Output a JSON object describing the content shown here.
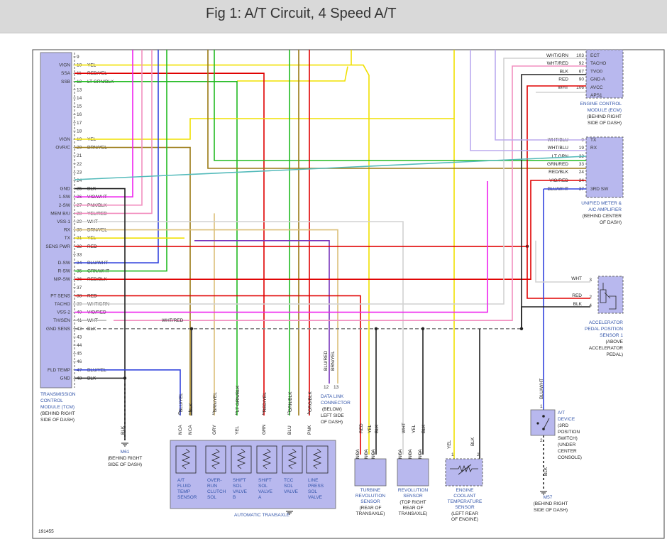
{
  "title": "Fig 1: A/T Circuit, 4 Speed A/T",
  "figure_id": "191455",
  "colors": {
    "yellow": "#f0e000",
    "red": "#e00000",
    "green": "#22bb22",
    "blue": "#3344dd",
    "magenta": "#ee22ee",
    "pink": "#f28fc0",
    "olive": "#9a7a14",
    "brown": "#b79a55",
    "gray": "#bbbbbb",
    "lightgray": "#d2d2d2",
    "purple": "#7733bb",
    "lavender": "#bbaaee",
    "teal": "#55bbbb",
    "tan": "#dcc07a",
    "module": "#b8b8ee"
  },
  "tcm": {
    "label": [
      "TRANSMISSION",
      "CONTROL",
      "MODULE (TCM)"
    ],
    "note": [
      "(BEHIND RIGHT",
      "SIDE OF DASH)"
    ],
    "pins": [
      {
        "n": "9",
        "name": "",
        "color": ""
      },
      {
        "n": "10",
        "name": "VIGN",
        "color": "YEL"
      },
      {
        "n": "11",
        "name": "SSA",
        "color": "RED/YEL"
      },
      {
        "n": "12",
        "name": "SSB",
        "color": "LT GRN/BLK"
      },
      {
        "n": "13",
        "name": "",
        "color": ""
      },
      {
        "n": "14",
        "name": "",
        "color": ""
      },
      {
        "n": "15",
        "name": "",
        "color": ""
      },
      {
        "n": "16",
        "name": "",
        "color": ""
      },
      {
        "n": "17",
        "name": "",
        "color": ""
      },
      {
        "n": "18",
        "name": "",
        "color": ""
      },
      {
        "n": "19",
        "name": "VIGN",
        "color": "YEL"
      },
      {
        "n": "20",
        "name": "OVR/C",
        "color": "BRN/YEL"
      },
      {
        "n": "21",
        "name": "",
        "color": ""
      },
      {
        "n": "22",
        "name": "",
        "color": ""
      },
      {
        "n": "23",
        "name": "",
        "color": ""
      },
      {
        "n": "24",
        "name": "",
        "color": ""
      },
      {
        "n": "25",
        "name": "GND",
        "color": "BLK"
      },
      {
        "n": "26",
        "name": "1-SW",
        "color": "VIO/WHT"
      },
      {
        "n": "27",
        "name": "2-SW",
        "color": "PNK/BLK"
      },
      {
        "n": "28",
        "name": "MEM B/U",
        "color": "YEL/RED"
      },
      {
        "n": "29",
        "name": "VSS-1",
        "color": "WHT"
      },
      {
        "n": "30",
        "name": "RX",
        "color": "BRN/YEL"
      },
      {
        "n": "31",
        "name": "TX",
        "color": "YEL"
      },
      {
        "n": "32",
        "name": "SENS PWR",
        "color": "RED"
      },
      {
        "n": "33",
        "name": "",
        "color": ""
      },
      {
        "n": "34",
        "name": "D-SW",
        "color": "BLU/WHT"
      },
      {
        "n": "35",
        "name": "R-SW",
        "color": "GRN/WHT"
      },
      {
        "n": "36",
        "name": "N/P-SW",
        "color": "RED/BLK"
      },
      {
        "n": "37",
        "name": "",
        "color": ""
      },
      {
        "n": "38",
        "name": "PT SENS",
        "color": "RED"
      },
      {
        "n": "39",
        "name": "TACHO",
        "color": "WHT/GRN"
      },
      {
        "n": "40",
        "name": "VSS-2",
        "color": "VIO/RED"
      },
      {
        "n": "41",
        "name": "TH/SEN",
        "color": "WHT"
      },
      {
        "n": "42",
        "name": "GND SENS",
        "color": "BLK"
      },
      {
        "n": "43",
        "name": "",
        "color": ""
      },
      {
        "n": "44",
        "name": "",
        "color": ""
      },
      {
        "n": "45",
        "name": "",
        "color": ""
      },
      {
        "n": "46",
        "name": "",
        "color": ""
      },
      {
        "n": "47",
        "name": "FLD TEMP",
        "color": "BLU/YEL"
      },
      {
        "n": "48",
        "name": "GND",
        "color": "BLK"
      }
    ]
  },
  "ecm": {
    "label": [
      "ENGINE CONTROL",
      "MODULE (ECM)"
    ],
    "note": [
      "(BEHIND RIGHT",
      "SIDE OF DASH)"
    ],
    "pins": [
      {
        "n": "103",
        "name": "ECT",
        "color": "WHT/GRN"
      },
      {
        "n": "92",
        "name": "TACHO",
        "color": "WHT/RED"
      },
      {
        "n": "67",
        "name": "TVO0",
        "color": "BLK"
      },
      {
        "n": "90",
        "name": "GND-A",
        "color": "RED"
      },
      {
        "n": "106",
        "name": "AVCC",
        "color": "WHT"
      },
      {
        "n": "",
        "name": "APS1",
        "color": ""
      }
    ]
  },
  "meter": {
    "label": [
      "UNIFIED METER &",
      "A/C AMPLIFIER"
    ],
    "note": [
      "(BEHIND CENTER",
      "OF DASH)"
    ],
    "pins": [
      {
        "n": "9",
        "name": "TX",
        "color": "WHT/BLU"
      },
      {
        "n": "19",
        "name": "RX",
        "color": "WHT/BLU"
      },
      {
        "n": "32",
        "name": "",
        "color": "LT GRN"
      },
      {
        "n": "33",
        "name": "",
        "color": "GRN/RED"
      },
      {
        "n": "24",
        "name": "",
        "color": "RED/BLK"
      },
      {
        "n": "34",
        "name": "",
        "color": "VIO/RED"
      },
      {
        "n": "37",
        "name": "3RD SW",
        "color": "BLU/WHT"
      }
    ]
  },
  "aps": {
    "label": [
      "ACCELERATOR",
      "PEDAL POSITION",
      "SENSOR 1"
    ],
    "note": [
      "(ABOVE",
      "ACCELERATOR",
      "PEDAL)"
    ],
    "pins": [
      {
        "n": "3",
        "color": "WHT"
      },
      {
        "n": "2",
        "color": "RED"
      },
      {
        "n": "4",
        "color": "BLK"
      }
    ]
  },
  "wire_text": {
    "wht_red": "WHT/RED",
    "blk": "BLK",
    "blu_wht": "BLU/WHT",
    "blk2": "BLK",
    "yel": "YEL",
    "blk3": "BLK",
    "blk4": "BLK"
  },
  "dlc": {
    "label": [
      "DATA LINK",
      "CONNECTOR"
    ],
    "note": [
      "(BELOW)",
      "LEFT SIDE",
      "OF DASH)"
    ],
    "pins": [
      "12",
      "13"
    ],
    "colors": [
      "BLU/RED",
      "BRN/YEL"
    ]
  },
  "transaxle": {
    "label": "AUTOMATIC TRANSAXLE",
    "pin_numbers": [
      "6",
      "7",
      "3",
      "1",
      "2",
      "5",
      "4"
    ],
    "harness_colors": [
      "BLU/YEL",
      "BLK",
      "BRN/YEL",
      "LT GRN/BLK",
      "RED/YEL",
      "GRN/BLK",
      "ORG/BLK"
    ],
    "wire_colors": [
      "NCA",
      "NCA",
      "GRY",
      "YEL",
      "GRN",
      "BLU",
      "PNK"
    ],
    "components": [
      [
        "A/T",
        "FLUID",
        "TEMP",
        "SENSOR"
      ],
      [
        "OVER-",
        "RUN",
        "CLUTCH",
        "SOL"
      ],
      [
        "SHIFT",
        "SOL",
        "VALVE",
        "B"
      ],
      [
        "SHIFT",
        "SOL",
        "VALVE",
        "A"
      ],
      [
        "TCC",
        "SOL",
        "VALVE"
      ],
      [
        "LINE",
        "PRESS",
        "SOL",
        "VALVE"
      ]
    ]
  },
  "turbine": {
    "label": [
      "TURBINE",
      "REVOLUTION",
      "SENSOR"
    ],
    "note": [
      "(REAR OF",
      "TRANSAXLE)"
    ],
    "pins": [
      "2",
      "1",
      "3"
    ],
    "wire_colors": [
      "NCA",
      "NCA",
      "NCA"
    ],
    "harness": [
      "RED",
      "YEL",
      "BLK"
    ]
  },
  "revsensor": {
    "label": [
      "REVOLUTION",
      "SENSOR"
    ],
    "note": [
      "(TOP RIGHT",
      "REAR OF",
      "TRANSAXLE)"
    ],
    "pins": [
      "2",
      "1",
      "3"
    ],
    "wire_colors": [
      "NCA",
      "NCA",
      "NCA"
    ],
    "harness": [
      "WHT",
      "YEL",
      "BLK"
    ]
  },
  "ect": {
    "label": [
      "ENGINE",
      "COOLANT",
      "TEMPERATURE",
      "SENSOR"
    ],
    "note": [
      "(LEFT REAR",
      "OF ENGINE)"
    ],
    "pins": [
      "1",
      "2"
    ]
  },
  "atdevice": {
    "label": [
      "A/T",
      "DEVICE",
      "(3RD",
      "POSITION",
      "SWITCH)",
      "(UNDER",
      "CENTER",
      "CONSOLE)"
    ],
    "pins": [
      "1",
      "2"
    ]
  },
  "m61": {
    "label": "M61",
    "note": [
      "(BEHIND RIGHT",
      "SIDE OF DASH)"
    ]
  },
  "m57": {
    "label": "M57",
    "note": [
      "(BEHIND RIGHT",
      "SIDE OF DASH)"
    ]
  }
}
